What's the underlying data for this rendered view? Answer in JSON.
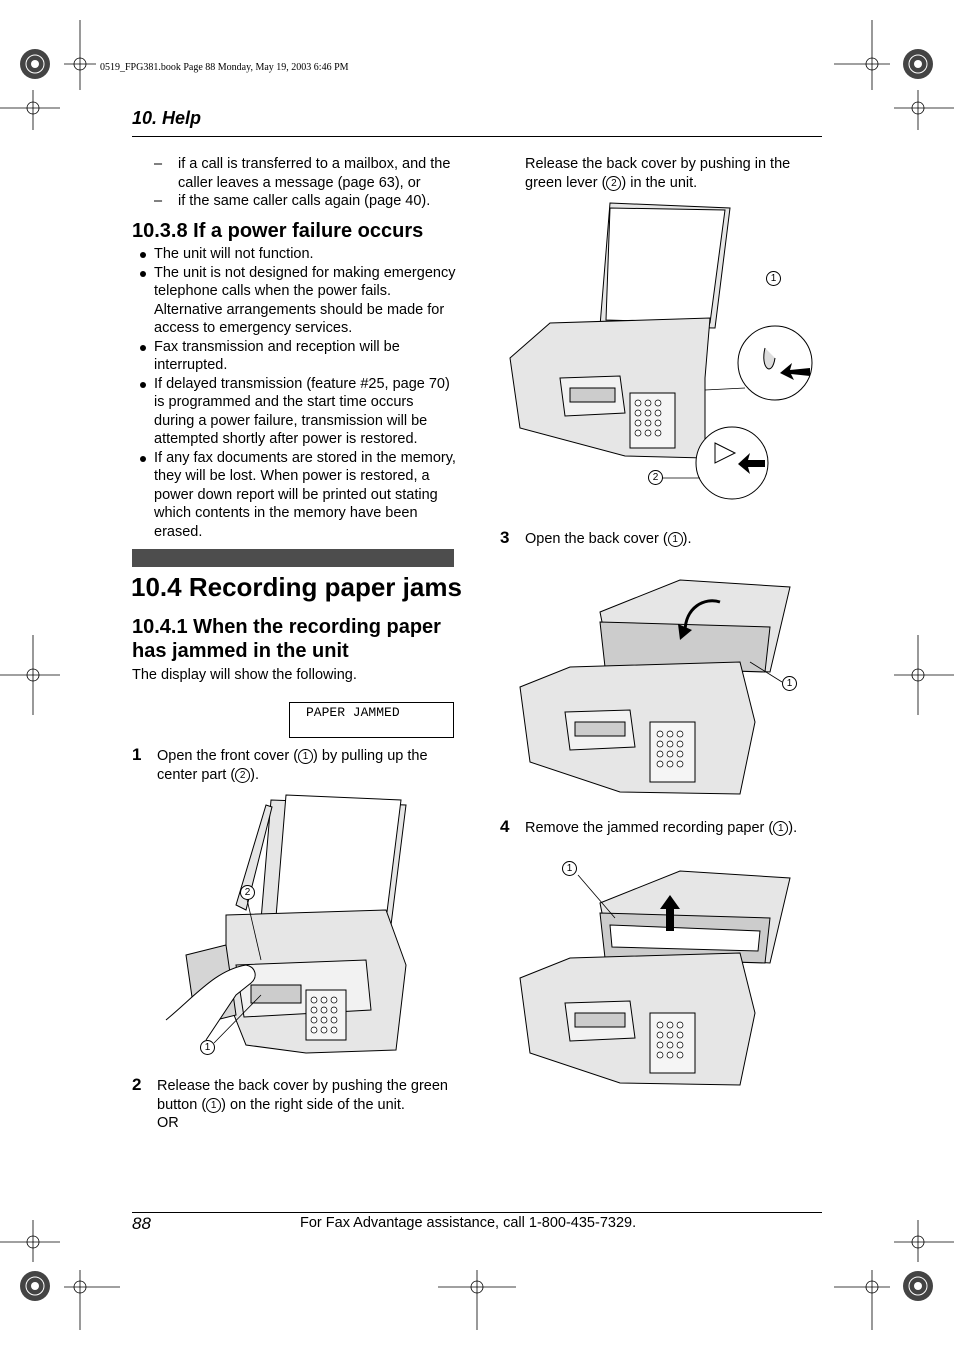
{
  "print_header": "0519_FPG381.book  Page 88  Monday, May 19, 2003  6:46 PM",
  "section_label": "10. Help",
  "left_column": {
    "dash_items": [
      "if a call is transferred to a mailbox, and the caller leaves a message (page 63), or",
      "if the same caller calls again (page 40)."
    ],
    "power_failure": {
      "heading": "10.3.8 If a power failure occurs",
      "bullets": [
        "The unit will not function.",
        "The unit is not designed for making emergency telephone calls when the power fails. Alternative arrangements should be made for access to emergency services.",
        "Fax transmission and reception will be interrupted.",
        "If delayed transmission (feature #25, page 70) is programmed and the start time occurs during a power failure, transmission will be attempted shortly after power is restored.",
        "If any fax documents are stored in the memory, they will be lost. When power is restored, a power down report will be printed out stating which contents in the memory have been erased."
      ]
    },
    "recording_jams": {
      "heading": "10.4 Recording paper jams",
      "subheading": "10.4.1 When the recording paper has jammed in the unit",
      "intro": "The display will show the following.",
      "display": "PAPER JAMMED"
    },
    "step1": {
      "number": "1",
      "text_a": "Open the front cover (",
      "text_b": ") by pulling up the center part (",
      "text_c": ")."
    },
    "step2": {
      "number": "2",
      "text_a": "Release the back cover by pushing the green button (",
      "text_b": ") on the right side of the unit.",
      "or": "OR"
    }
  },
  "right_column": {
    "release_alt": {
      "text_a": "Release the back cover by pushing in the green lever (",
      "text_b": ") in the unit."
    },
    "step3": {
      "number": "3",
      "text_a": "Open the back cover (",
      "text_b": ")."
    },
    "step4": {
      "number": "4",
      "text_a": "Remove the jammed recording paper (",
      "text_b": ")."
    }
  },
  "callouts": {
    "one": "1",
    "two": "2"
  },
  "footer": {
    "page_number": "88",
    "assistance": "For Fax Advantage assistance, call 1-800-435-7329."
  }
}
